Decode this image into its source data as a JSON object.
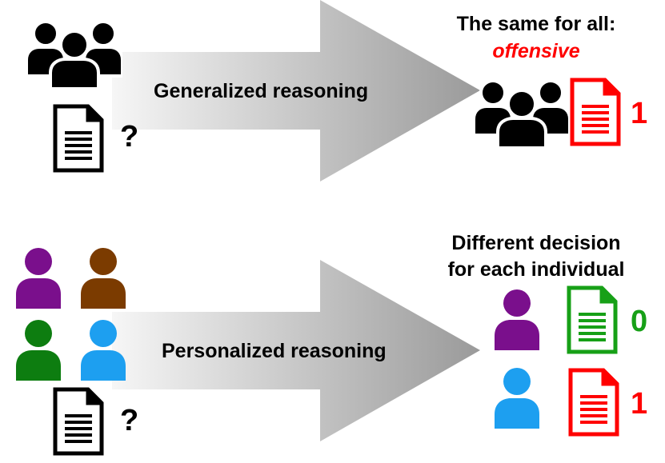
{
  "top": {
    "arrow_label": "Generalized reasoning",
    "question_mark": "?",
    "result_title": "The same for all:",
    "result_subtitle": "offensive",
    "result_value": "1"
  },
  "bottom": {
    "arrow_label": "Personalized reasoning",
    "question_mark": "?",
    "result_title_line1": "Different decision",
    "result_title_line2": "for each individual",
    "result_value_1": "0",
    "result_value_2": "1"
  },
  "colors": {
    "black": "#000000",
    "purple": "#7a0f8c",
    "brown": "#7b3b00",
    "green": "#0d7d10",
    "blue": "#1d9ff0",
    "doc_red": "#ff0000",
    "doc_green": "#17a017",
    "arrow_light": "#f4f4f4",
    "arrow_dark": "#9c9c9c"
  },
  "icons": {
    "group": "people-group-icon",
    "person": "person-icon",
    "document": "document-icon"
  }
}
